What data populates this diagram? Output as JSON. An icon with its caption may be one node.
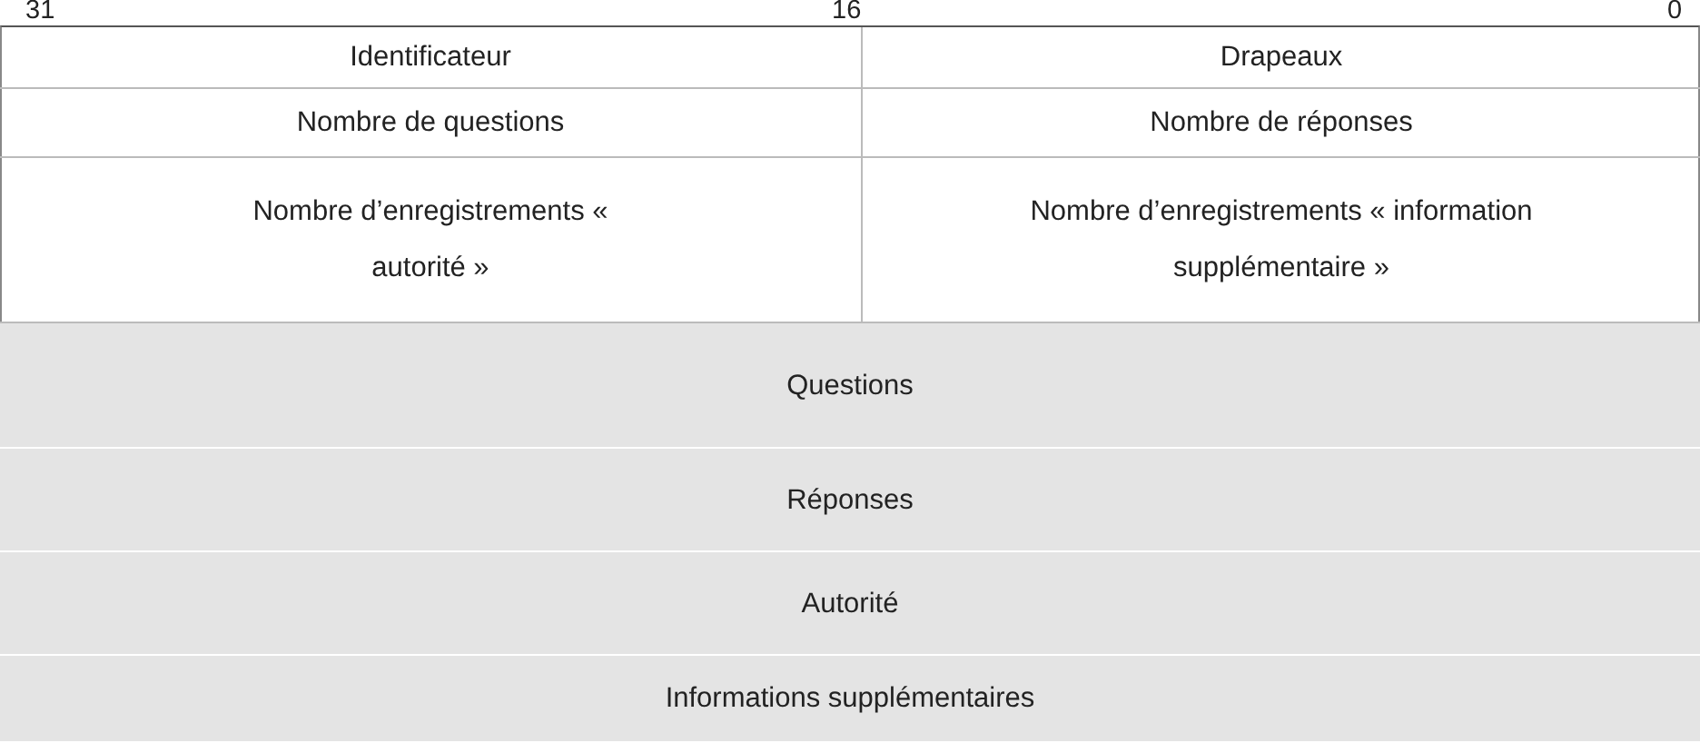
{
  "diagram": {
    "nodes": [
      {
        "text": [
          "Identificateur"
        ]
      },
      {
        "text": [
          "Drapeaux"
        ]
      },
      {
        "text": [
          "Nombre de questions"
        ]
      },
      {
        "text": [
          "Nombre de réponses"
        ]
      },
      {
        "text": [
          "Nombre d’enregistrements « autorité »"
        ]
      },
      {
        "text": [
          "Nombre d’enregistrements « information supplémentaire »"
        ]
      },
      {
        "text": [
          "Questions"
        ]
      },
      {
        "text": [
          "Réponses"
        ]
      },
      {
        "text": [
          "Autorité"
        ]
      },
      {
        "text": [
          "Informations supplémentaires"
        ]
      }
    ],
    "labels": [
      "31",
      "16",
      "0"
    ]
  }
}
